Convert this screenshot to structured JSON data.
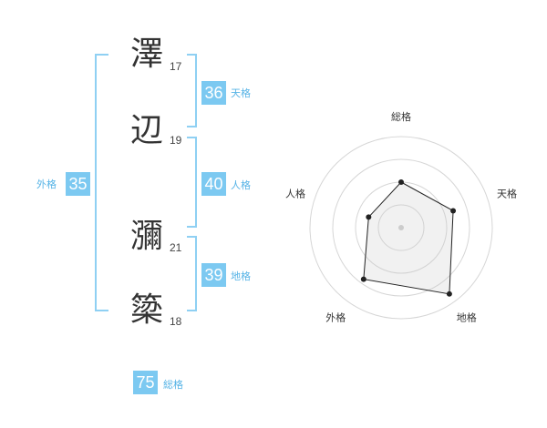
{
  "characters": [
    {
      "kanji": "澤",
      "strokes": "17"
    },
    {
      "kanji": "辺",
      "strokes": "19"
    },
    {
      "kanji": "瀰",
      "strokes": "21"
    },
    {
      "kanji": "簗",
      "strokes": "18"
    }
  ],
  "fortunes": {
    "tenkaku": {
      "value": "36",
      "label": "天格"
    },
    "jinkaku": {
      "value": "40",
      "label": "人格"
    },
    "chikaku": {
      "value": "39",
      "label": "地格"
    },
    "gaikaku": {
      "value": "35",
      "label": "外格"
    },
    "soukaku": {
      "value": "75",
      "label": "総格"
    }
  },
  "colors": {
    "accent": "#7cc9f1",
    "accent_text": "#55b3e6",
    "bracket": "#8fd0f3"
  },
  "chart_data": {
    "type": "radar",
    "axes": [
      "総格",
      "天格",
      "地格",
      "外格",
      "人格"
    ],
    "scale_max": 4,
    "rings": 4,
    "values": [
      2.0,
      2.4,
      3.6,
      2.8,
      1.5
    ]
  }
}
